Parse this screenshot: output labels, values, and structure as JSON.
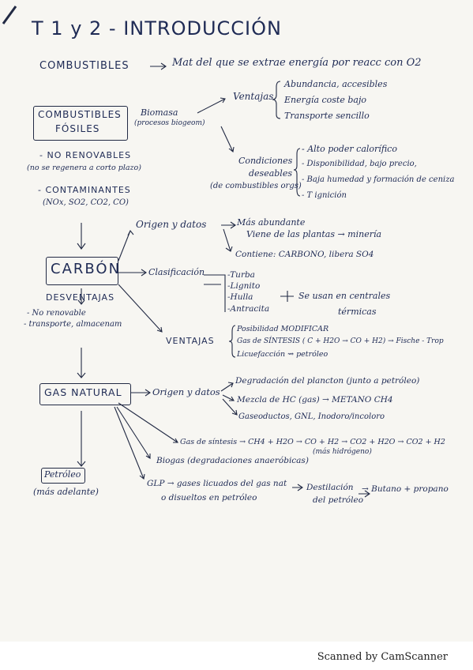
{
  "title": "T 1 y 2 - INTRODUCCIÓN",
  "combustibles": {
    "label": "COMBUSTIBLES",
    "definition": "Mat del que se extrae energía por reacc con O2"
  },
  "fosiles": {
    "label_line1": "COMBUSTIBLES",
    "label_line2": "FÓSILES",
    "biomasa": "Biomasa",
    "biomasa_note": "(procesos biogeom)",
    "ventajas_label": "Ventajas",
    "ventajas_items": [
      "Abundancia, accesibles",
      "Energía coste bajo",
      "Transporte sencillo"
    ],
    "condiciones_label_1": "Condiciones",
    "condiciones_label_2": "deseables",
    "condiciones_label_3": "(de combustibles orgs)",
    "condiciones_items": [
      "- Alto poder calorífico",
      "- Disponibilidad, bajo precio,",
      "- Baja humedad y formación de ceniza",
      "- T ignición"
    ],
    "no_renovables": "- NO RENOVABLES",
    "no_renovables_note": "(no se regenera a corto plazo)",
    "contaminantes": "- CONTAMINANTES",
    "contaminantes_note": "(NOx, SO2, CO2, CO)"
  },
  "carbon": {
    "label": "CARBÓN",
    "origen_label": "Origen y datos",
    "origen_items": [
      "Más abundante",
      "Viene de las plantas → minería",
      "Contiene: CARBONO, libera SO4"
    ],
    "clasificacion_label": "Clasificación",
    "clasificacion_items": [
      "-Turba",
      "-Lignito",
      "-Hulla",
      "-Antracita"
    ],
    "clasificacion_note_1": "Se usan en centrales",
    "clasificacion_note_2": "térmicas",
    "desventajas_label": "DESVENTAJAS",
    "desventajas_items": [
      "- No renovable",
      "- transporte, almacenam"
    ],
    "ventajas_label": "VENTAJAS",
    "ventajas_items": [
      "Posibilidad MODIFICAR",
      "Gas de SÍNTESIS ( C + H2O → CO + H2) → Fische - Trop",
      "Licuefacción ⇝ petróleo"
    ]
  },
  "gas_natural": {
    "label": "GAS NATURAL",
    "origen_label": "Origen y datos",
    "origen_items": [
      "Degradación del plancton (junto a petróleo)",
      "Mezcla de HC (gas) → METANO CH4",
      "Gaseoductos, GNL, Inodoro/incoloro"
    ],
    "sintesis": "Gas de síntesis → CH4 + H2O → CO + H2 → CO2 + H2O → CO2 + H2",
    "sintesis_note": "(más hidrógeno)",
    "biogas": "Biogas (degradaciones anaeróbicas)",
    "glp_1": "GLP → gases licuados del gas nat",
    "glp_2": "o disueltos en petróleo",
    "destilacion_1": "Destilación",
    "destilacion_2": "del petróleo",
    "butano": "→ Butano + propano"
  },
  "petroleo": {
    "label": "Petróleo",
    "note": "(más adelante)"
  },
  "footer": "Scanned by CamScanner"
}
